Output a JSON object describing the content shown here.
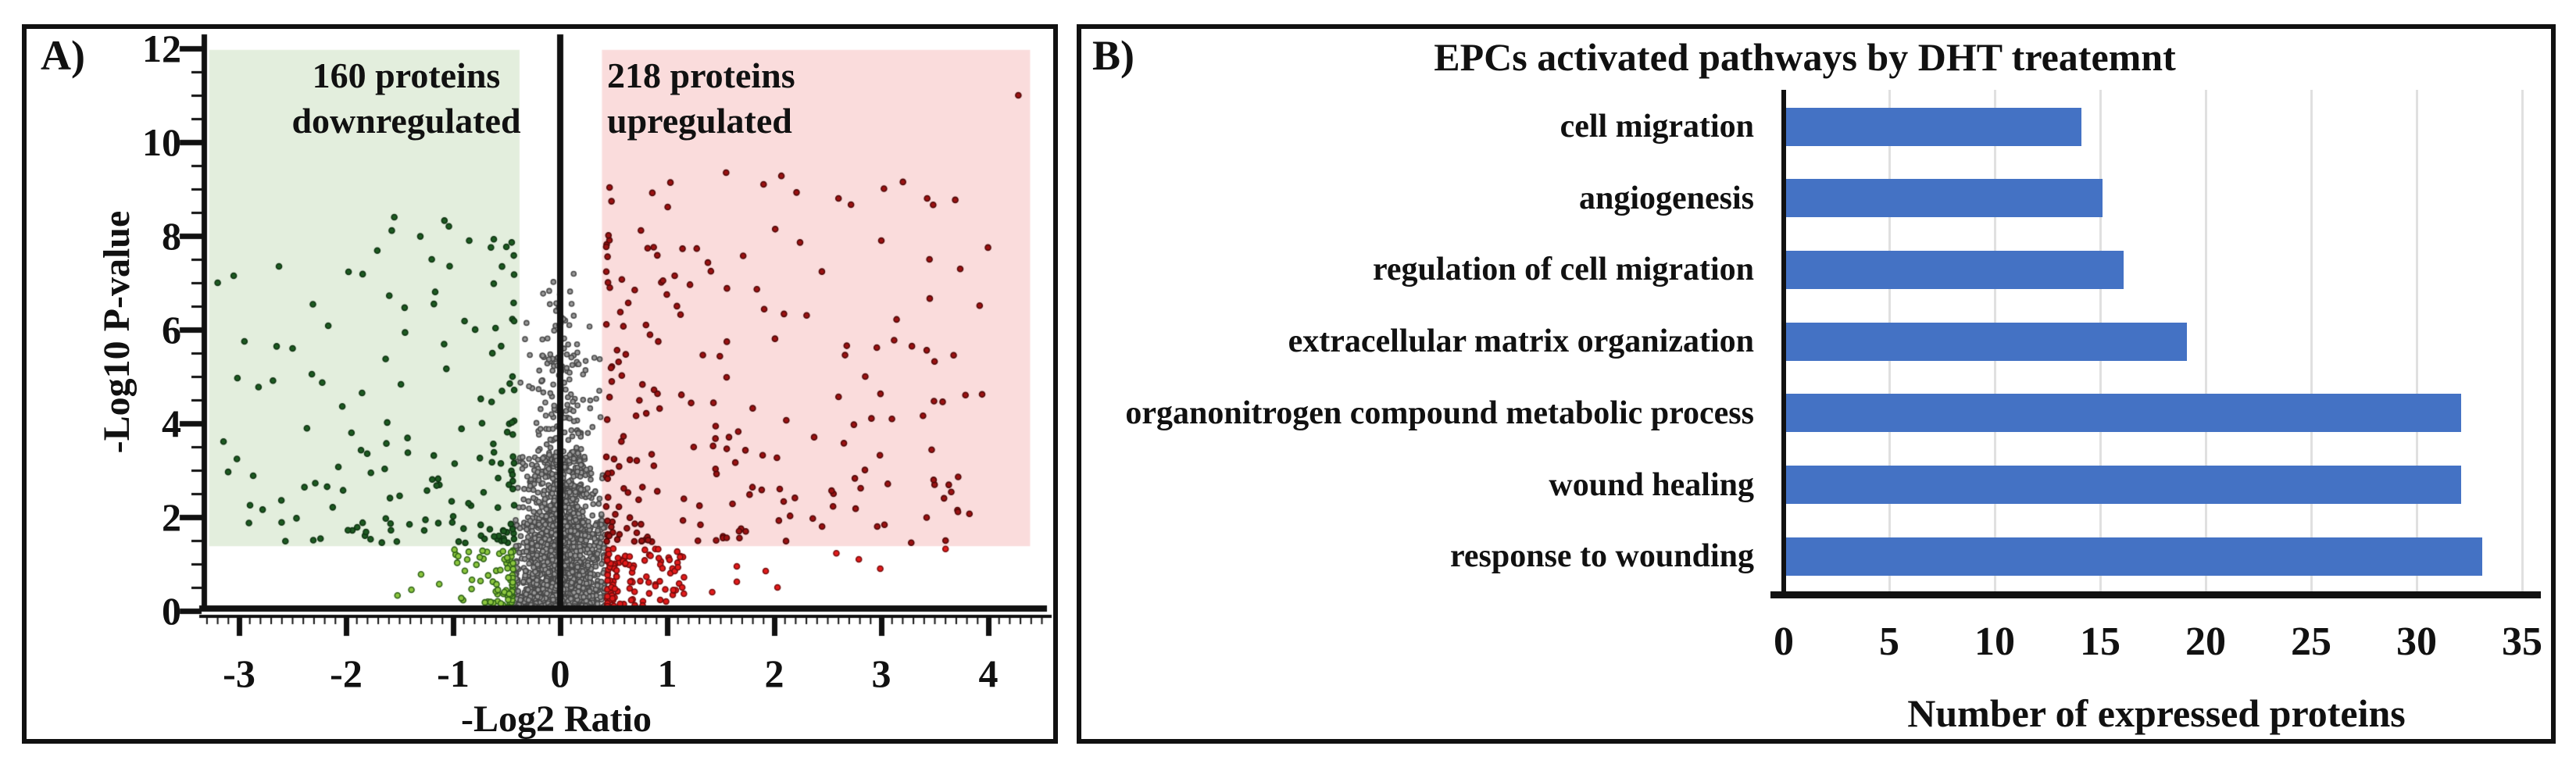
{
  "panel_a": {
    "label": "A)",
    "annotation_down": [
      "160 proteins",
      "downregulated"
    ],
    "annotation_up": [
      "218 proteins",
      "upregulated"
    ],
    "xlabel": "-Log2 Ratio",
    "ylabel": "-Log10 P-value"
  },
  "panel_b": {
    "label": "B)",
    "title": "EPCs activated pathways by DHT treatemnt",
    "xlabel": "Number of expressed proteins"
  },
  "chart_data": [
    {
      "type": "scatter",
      "subtype": "volcano",
      "xlabel": "-Log2 Ratio",
      "ylabel": "-Log10 P-value",
      "xlim": [
        -3.45,
        4.55
      ],
      "ylim": [
        0,
        12.3
      ],
      "x_ticks": [
        -3,
        -2,
        -1,
        0,
        1,
        2,
        3,
        4
      ],
      "y_ticks": [
        0,
        2,
        4,
        6,
        8,
        10,
        12
      ],
      "x_minor_step": 0.1,
      "y_minor_step": 0.5,
      "grid": false,
      "significance_threshold_y": 1.38,
      "fold_change_threshold_x": 0.42,
      "summary": {
        "downregulated_count": 160,
        "upregulated_count": 218
      },
      "regions": [
        {
          "name": "downregulated-region",
          "x0": -3.28,
          "x1": -0.38,
          "y0": 1.38,
          "y1": 11.97,
          "color": "#e3eedd",
          "label": "160 proteins downregulated"
        },
        {
          "name": "upregulated-region",
          "x0": 0.39,
          "x1": 4.39,
          "y0": 1.38,
          "y1": 11.97,
          "color": "#fadcdc",
          "label": "218 proteins upregulated"
        }
      ],
      "point_styles": {
        "gray": {
          "fill": "#9a9a9a",
          "stroke": "#4a4a4a",
          "r": 3.0
        },
        "darkgreen": {
          "fill": "#1d5a21",
          "stroke": "#0f3312",
          "r": 3.5
        },
        "lightgreen": {
          "fill": "#8dc63f",
          "stroke": "#2f6317",
          "r": 3.5
        },
        "darkred": {
          "fill": "#9b1212",
          "stroke": "#500808",
          "r": 3.5
        },
        "red": {
          "fill": "#e31b1b",
          "stroke": "#780c0c",
          "r": 3.5
        }
      },
      "generator": {
        "seed": 123456,
        "clusters": [
          {
            "name": "gray-low",
            "n": 1500,
            "color": "gray",
            "x": {
              "type": "gauss",
              "mu": 0,
              "sigma": 0.2,
              "clipAbs": 0.42
            },
            "y": {
              "type": "power",
              "min": 0.06,
              "max": 1.95,
              "pow": 1.7
            }
          },
          {
            "name": "gray-mid",
            "n": 430,
            "color": "gray",
            "x": {
              "type": "gauss",
              "mu": 0,
              "sigma": 0.17,
              "clipAbs": 0.4
            },
            "y": {
              "type": "power",
              "min": 1.8,
              "max": 3.3,
              "pow": 1.2
            }
          },
          {
            "name": "gray-high",
            "n": 130,
            "color": "gray",
            "x": {
              "type": "gauss",
              "mu": 0,
              "sigma": 0.15,
              "clipAbs": 0.38
            },
            "y": {
              "type": "power",
              "min": 3.2,
              "max": 5.5,
              "pow": 1.3
            }
          },
          {
            "name": "gray-top",
            "n": 42,
            "color": "gray",
            "x": {
              "type": "gauss",
              "mu": 0,
              "sigma": 0.13,
              "clipAbs": 0.33
            },
            "y": {
              "type": "power",
              "min": 5.3,
              "max": 7.2,
              "pow": 1.4
            }
          },
          {
            "name": "sig-down",
            "n": 152,
            "color": "darkgreen",
            "x": {
              "type": "edge",
              "edge": -0.43,
              "span": -2.75,
              "pow": 2.3
            },
            "y": {
              "type": "power",
              "min": 1.45,
              "max": 8.4,
              "pow": 2.0
            }
          },
          {
            "name": "sig-up",
            "n": 210,
            "color": "darkred",
            "x": {
              "type": "edge",
              "edge": 0.43,
              "span": 3.6,
              "pow": 2.2
            },
            "y": {
              "type": "power",
              "min": 1.45,
              "max": 9.3,
              "pow": 1.8
            }
          },
          {
            "name": "ns-down",
            "n": 72,
            "color": "lightgreen",
            "x": {
              "type": "edge",
              "edge": -0.44,
              "span": -0.6,
              "pow": 2.4
            },
            "y": {
              "type": "power",
              "min": 0.07,
              "max": 1.33,
              "pow": 1.0
            }
          },
          {
            "name": "ns-up",
            "n": 105,
            "color": "red",
            "x": {
              "type": "edge",
              "edge": 0.44,
              "span": 0.72,
              "pow": 2.4
            },
            "y": {
              "type": "power",
              "min": 0.07,
              "max": 1.33,
              "pow": 1.0
            }
          }
        ],
        "extra_points": {
          "darkgreen": [
            [
              -3.2,
              7.0
            ],
            [
              -2.95,
              5.75
            ],
            [
              -2.5,
              5.6
            ],
            [
              -2.32,
              5.05
            ],
            [
              -1.95,
              3.8
            ],
            [
              -1.55,
              8.4
            ],
            [
              -1.2,
              7.5
            ],
            [
              -0.85,
              7.9
            ]
          ],
          "darkred": [
            [
              4.28,
              11.0
            ],
            [
              1.55,
              9.35
            ],
            [
              1.9,
              9.1
            ],
            [
              2.6,
              8.8
            ],
            [
              3.0,
              7.9
            ],
            [
              3.45,
              7.5
            ],
            [
              2.85,
              5.0
            ],
            [
              3.6,
              1.5
            ]
          ],
          "lightgreen": [
            [
              -1.39,
              0.45
            ],
            [
              -1.3,
              0.78
            ],
            [
              -1.52,
              0.33
            ],
            [
              -1.13,
              0.57
            ]
          ],
          "red": [
            [
              1.12,
              1.15
            ],
            [
              1.1,
              0.93
            ],
            [
              1.14,
              0.5
            ],
            [
              1.42,
              0.4
            ],
            [
              1.65,
              0.95
            ],
            [
              1.65,
              0.62
            ],
            [
              1.92,
              0.85
            ],
            [
              2.03,
              0.5
            ],
            [
              2.58,
              1.23
            ],
            [
              2.79,
              1.1
            ],
            [
              2.99,
              0.9
            ],
            [
              3.6,
              1.32
            ]
          ]
        }
      }
    },
    {
      "type": "bar",
      "orientation": "horizontal",
      "title": "EPCs activated pathways by DHT treatemnt",
      "xlabel": "Number of expressed proteins",
      "categories": [
        "cell migration",
        "angiogenesis",
        "regulation of cell migration",
        "extracellular matrix organization",
        "organonitrogen compound metabolic process",
        "wound healing",
        "response to wounding"
      ],
      "values": [
        14,
        15,
        16,
        19,
        32,
        32,
        33
      ],
      "xlim": [
        0,
        35
      ],
      "x_ticks": [
        0,
        5,
        10,
        15,
        20,
        25,
        30,
        35
      ],
      "bar_color": "#4472c4",
      "gridline_color": "#e0e0e0",
      "grid": true,
      "legend": false
    }
  ]
}
